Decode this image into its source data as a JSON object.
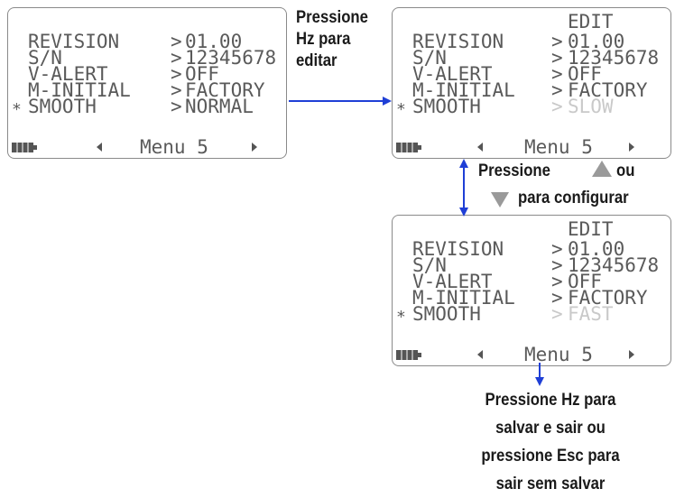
{
  "screens": [
    {
      "header": "",
      "rows": [
        {
          "label": "REVISION",
          "value": "01.00",
          "dim": false
        },
        {
          "label": "S/N",
          "value": "12345678",
          "dim": false
        },
        {
          "label": "V-ALERT",
          "value": "OFF",
          "dim": false
        },
        {
          "label": "M-INITIAL",
          "value": "FACTORY",
          "dim": false
        },
        {
          "label": "SMOOTH",
          "value": "NORMAL",
          "dim": false,
          "selected": true
        }
      ],
      "menu": "Menu 5"
    },
    {
      "header": "EDIT",
      "rows": [
        {
          "label": "REVISION",
          "value": "01.00",
          "dim": false
        },
        {
          "label": "S/N",
          "value": "12345678",
          "dim": false
        },
        {
          "label": "V-ALERT",
          "value": "OFF",
          "dim": false
        },
        {
          "label": "M-INITIAL",
          "value": "FACTORY",
          "dim": false
        },
        {
          "label": "SMOOTH",
          "value": "SLOW",
          "dim": true,
          "selected": true
        }
      ],
      "menu": "Menu 5"
    },
    {
      "header": "EDIT",
      "rows": [
        {
          "label": "REVISION",
          "value": "01.00",
          "dim": false
        },
        {
          "label": "S/N",
          "value": "12345678",
          "dim": false
        },
        {
          "label": "V-ALERT",
          "value": "OFF",
          "dim": false
        },
        {
          "label": "M-INITIAL",
          "value": "FACTORY",
          "dim": false
        },
        {
          "label": "SMOOTH",
          "value": "FAST",
          "dim": true,
          "selected": true
        }
      ],
      "menu": "Menu 5"
    }
  ],
  "captions": {
    "edit_line1": "Pressione",
    "edit_line2": "Hz para",
    "edit_line3": "editar",
    "configure_pre": "Pressione",
    "configure_or": "ou",
    "configure_post": "para configurar",
    "final_line1": "Pressione Hz para",
    "final_line2": "salvar e sair ou",
    "final_line3": "pressione Esc para",
    "final_line4": "sair sem salvar"
  },
  "icons": {
    "up": "up-arrow-key-icon",
    "down": "down-arrow-key-icon",
    "battery": "battery-icon",
    "left": "left-triangle-icon",
    "right": "right-triangle-icon"
  },
  "colors": {
    "arrow": "#1f3fd6",
    "lcd_text": "#5a5a5a",
    "lcd_dim": "#c9c9c9",
    "key": "#9a9a9a"
  }
}
